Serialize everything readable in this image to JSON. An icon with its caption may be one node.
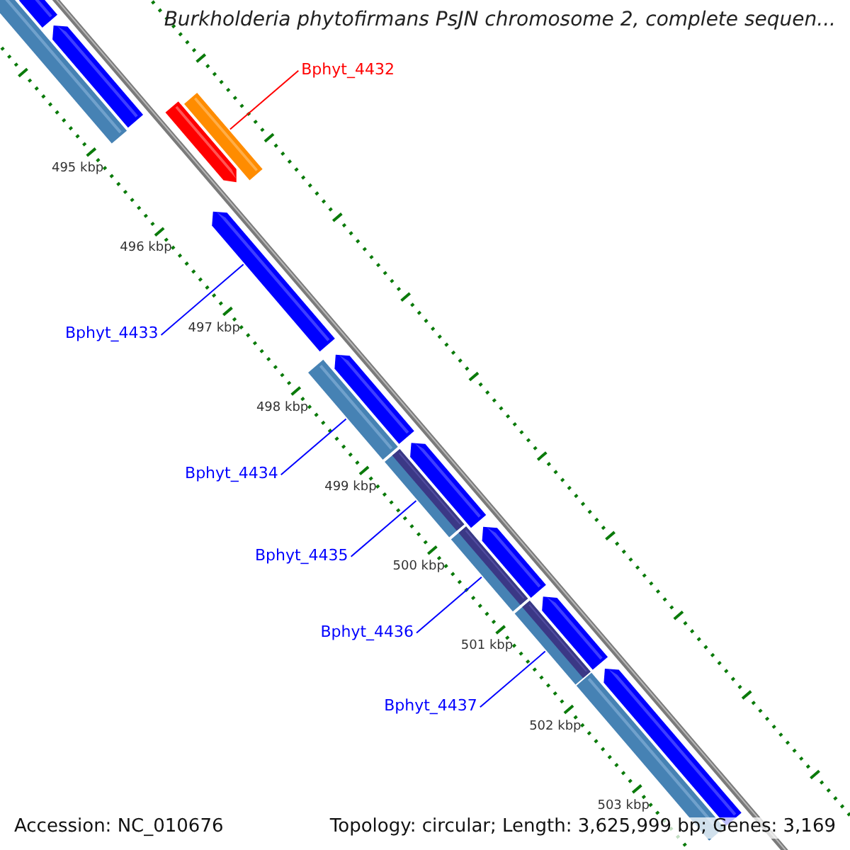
{
  "diagram": {
    "title": "Burkholderia phytofirmans PsJN chromosome 2, complete sequen...",
    "nodes": [
      {
        "text": [
          "Bphyt_4432"
        ]
      },
      {
        "text": [
          "Bphyt_4433"
        ]
      },
      {
        "text": [
          "Bphyt_4434"
        ]
      },
      {
        "text": [
          "Bphyt_4435"
        ]
      },
      {
        "text": [
          "Bphyt_4436"
        ]
      },
      {
        "text": [
          "Bphyt_4437"
        ]
      },
      {
        "text": [],
        "shape": "bar"
      },
      {
        "text": [],
        "shape": "pentagon"
      },
      {
        "text": [],
        "shape": "bar"
      },
      {
        "text": [],
        "shape": "bar"
      },
      {
        "text": [],
        "shape": "bar"
      },
      {
        "text": [],
        "shape": "bar"
      },
      {
        "text": [],
        "shape": "pentagon"
      },
      {
        "text": [],
        "shape": "bar"
      },
      {
        "text": [],
        "shape": "pentagon"
      },
      {
        "text": [],
        "shape": "pentagon"
      },
      {
        "text": [],
        "shape": "pentagon"
      },
      {
        "text": [],
        "shape": "pentagon"
      },
      {
        "text": [],
        "shape": "pentagon"
      },
      {
        "text": [],
        "shape": "pentagon"
      },
      {
        "text": [],
        "shape": "pentagon"
      },
      {
        "text": [],
        "shape": "bar"
      }
    ],
    "edges": [
      {
        "from": 0,
        "to": 6,
        "arrow": "none",
        "color": "#ff0000"
      },
      {
        "from": 1,
        "to": 7,
        "arrow": "none"
      },
      {
        "from": 2,
        "to": 8,
        "arrow": "none"
      },
      {
        "from": 3,
        "to": 9,
        "arrow": "none"
      },
      {
        "from": 4,
        "to": 10,
        "arrow": "none"
      },
      {
        "from": 5,
        "to": 11,
        "arrow": "none"
      }
    ],
    "labels": [
      "495 kbp",
      "496 kbp",
      "497 kbp",
      "498 kbp",
      "499 kbp",
      "500 kbp",
      "501 kbp",
      "502 kbp",
      "503 kbp",
      "Accession: NC_010676",
      "Topology: circular; Length: 3,625,999 bp; Genes: 3,169"
    ]
  }
}
